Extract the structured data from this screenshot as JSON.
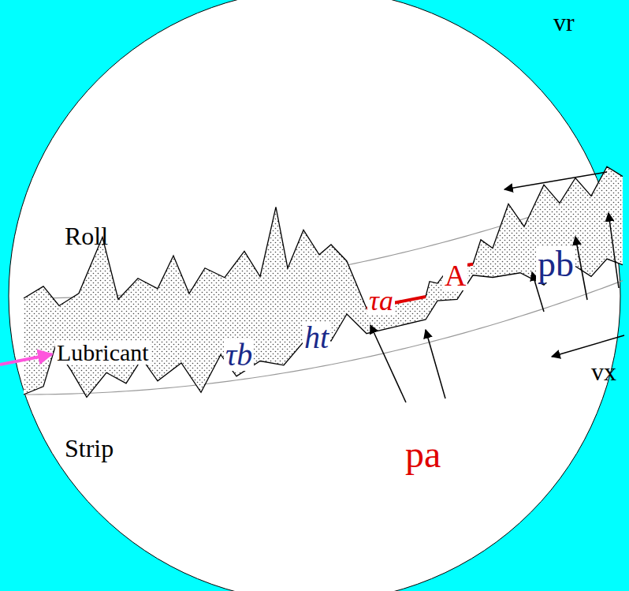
{
  "diagram": {
    "labels": [
      "Roll",
      "Lubricant",
      "Strip",
      "τb",
      "ht",
      "τa",
      "A",
      "pb",
      "pa",
      "vr",
      "vx"
    ]
  }
}
